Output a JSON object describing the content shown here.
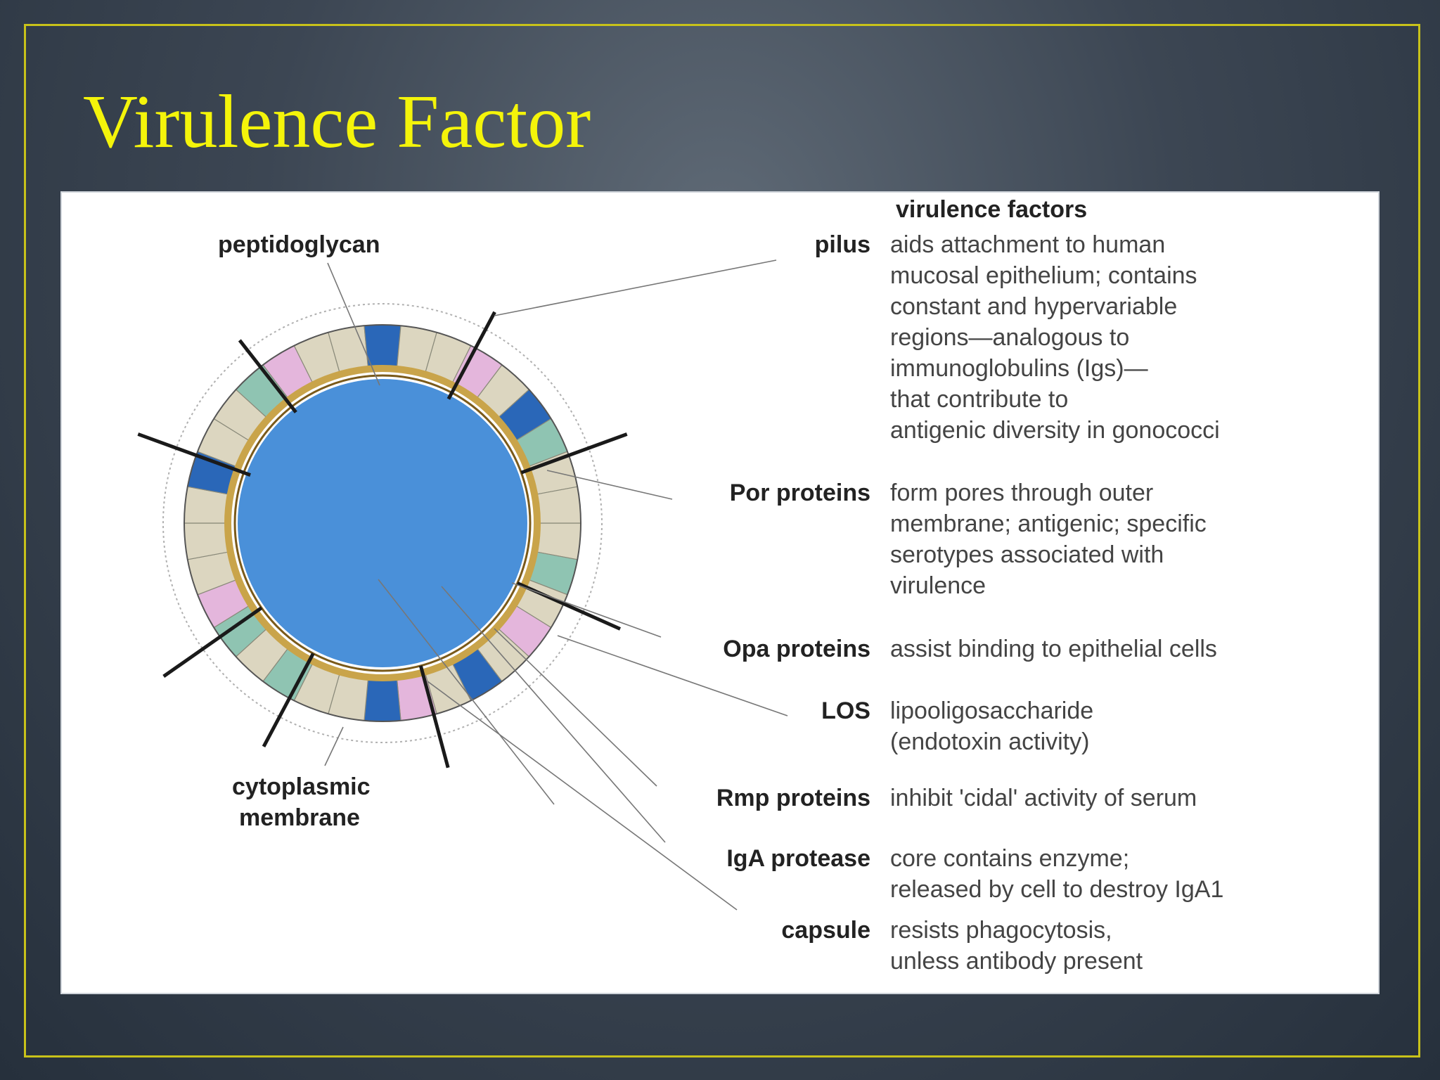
{
  "slide": {
    "title": "Virulence Factor"
  },
  "diagram": {
    "header": "virulence factors",
    "cell_labels": {
      "peptidoglycan": "peptidoglycan",
      "cytoplasmic_line1": "cytoplasmic",
      "cytoplasmic_line2": "membrane"
    },
    "factors": [
      {
        "name": "pilus",
        "description": [
          "aids attachment to human",
          "mucosal epithelium; contains",
          "constant and hypervariable",
          "regions—analogous to",
          "immunoglobulins (Igs)—",
          "that contribute to",
          "antigenic diversity in gonococci"
        ]
      },
      {
        "name": "Por proteins",
        "description": [
          "form pores through outer",
          "membrane; antigenic; specific",
          "serotypes associated with",
          "virulence"
        ]
      },
      {
        "name": "Opa proteins",
        "description": [
          "assist binding to epithelial cells"
        ]
      },
      {
        "name": "LOS",
        "description": [
          "lipooligosaccharide",
          "(endotoxin activity)"
        ]
      },
      {
        "name": "Rmp proteins",
        "description": [
          "inhibit 'cidal' activity of serum"
        ]
      },
      {
        "name": "IgA protease",
        "description": [
          "core contains enzyme;",
          "released by cell to destroy IgA1"
        ]
      },
      {
        "name": "capsule",
        "description": [
          "resists phagocytosis,",
          "unless antibody present"
        ]
      }
    ],
    "colors": {
      "cytoplasm": "#4a90d9",
      "membrane": "#d9a53a",
      "segment_beige": "#dcd6c0",
      "segment_pink": "#e4b6dc",
      "segment_teal": "#8fc4b2",
      "segment_blue": "#2a67b8",
      "title": "#f4f40a",
      "frame": "#c8c21a"
    }
  }
}
